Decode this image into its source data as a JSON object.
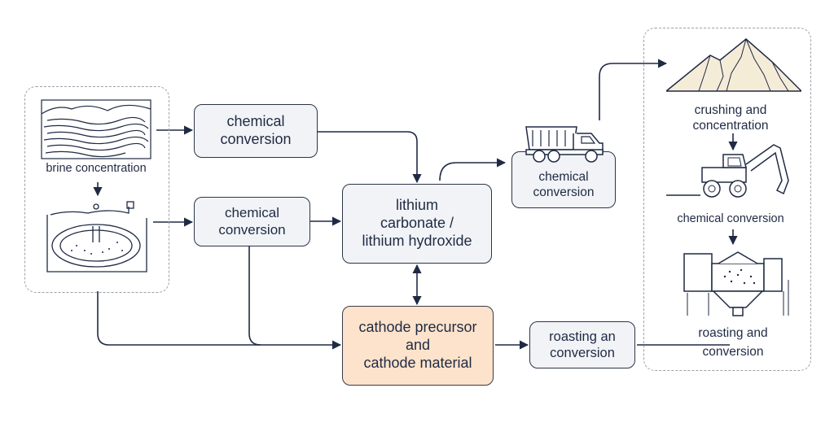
{
  "colors": {
    "stroke": "#1f2a44",
    "box_fill": "#f1f3f6",
    "highlight_fill": "#fde3cb",
    "group_border": "#9aa0a8",
    "mountain_fill": "#f5ecd8"
  },
  "left_group": {
    "brine_label": "brine concentration",
    "icons": [
      "salt-lake-icon",
      "evaporation-pond-icon"
    ]
  },
  "nodes": {
    "chem_conv_top": [
      "chemical",
      "conversion"
    ],
    "chem_conv_mid": [
      "chemical",
      "conversion"
    ],
    "lithium_product": [
      "lithium",
      "carbonate /",
      "lithium hydroxide"
    ],
    "cathode": [
      "cathode precursor",
      "and",
      "cathode material"
    ],
    "roasting_mid": [
      "roasting an",
      "conversion"
    ],
    "truck_card": [
      "chemical",
      "conversion"
    ]
  },
  "right_group": {
    "crushing_label": [
      "crushing and",
      "concentration"
    ],
    "chemical_label": "chemical conversion",
    "roasting_label": [
      "roasting and",
      "conversion"
    ],
    "icons": [
      "mountain-ore-icon",
      "excavator-icon",
      "roasting-furnace-icon"
    ]
  },
  "truck_icon": "dump-truck-icon"
}
